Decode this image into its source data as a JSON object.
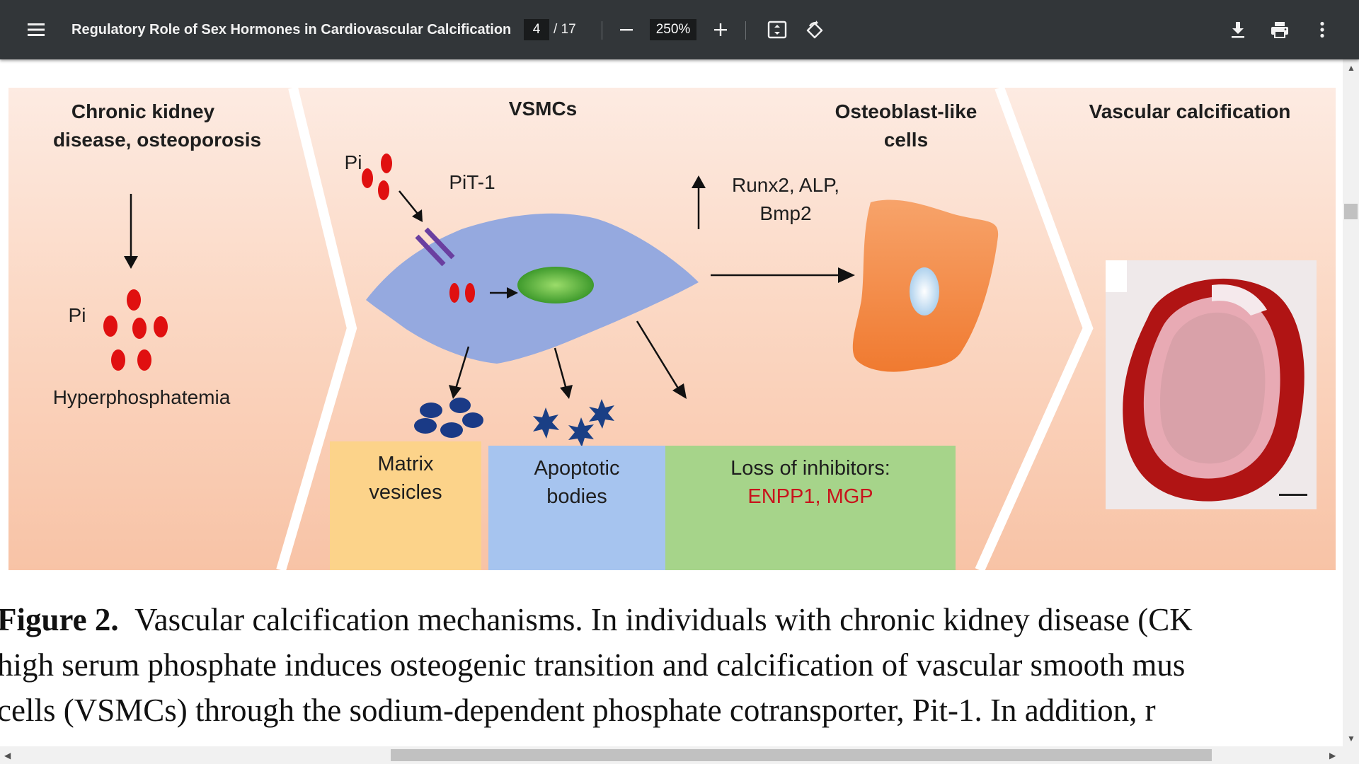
{
  "toolbar": {
    "menu_icon": "hamburger-menu-icon",
    "title": "Regulatory Role of Sex Hormones in Cardiovascular Calcification",
    "page_current": "4",
    "page_total": "/ 17",
    "zoom_out_icon": "minus-icon",
    "zoom_level": "250%",
    "zoom_in_icon": "plus-icon",
    "fit_icon": "fit-to-page-icon",
    "rotate_icon": "rotate-icon",
    "download_icon": "download-icon",
    "print_icon": "print-icon",
    "more_icon": "more-vertical-icon"
  },
  "figure": {
    "panel1_title_line1": "Chronic kidney",
    "panel1_title_line2": "disease, osteoporosis",
    "panel1_pi": "Pi",
    "panel1_hyper": "Hyperphosphatemia",
    "panel2_title": "VSMCs",
    "panel2_pi": "Pi",
    "panel2_pit1": "PiT-1",
    "markers_line1": "Runx2, ALP,",
    "markers_line2": "Bmp2",
    "panel3_title_line1": "Osteoblast-like",
    "panel3_title_line2": "cells",
    "panel4_title": "Vascular calcification",
    "box_matrix_line1": "Matrix",
    "box_matrix_line2": "vesicles",
    "box_apoptotic_line1": "Apoptotic",
    "box_apoptotic_line2": "bodies",
    "box_loss_line1": "Loss of inhibitors:",
    "box_loss_line2": "ENPP1, MGP",
    "colors": {
      "pi_red": "#e01010",
      "cell_blue": "#95a9df",
      "nucleus_green": "#5dbb3a",
      "osteoblast_orange": "#f58a45",
      "matrix_yellow": "#fcd38a",
      "apoptotic_blue": "#a6c4ef",
      "inhibitor_green": "#a6d48a"
    }
  },
  "caption": {
    "label": "Figure 2.",
    "line1": "Vascular calcification mechanisms.  In individuals with chronic kidney disease (CK",
    "line2": "high serum phosphate induces osteogenic transition and calcification of vascular smooth mus",
    "line3": "cells (VSMCs) through the sodium-dependent phosphate cotransporter, Pit-1.  In addition, r"
  }
}
